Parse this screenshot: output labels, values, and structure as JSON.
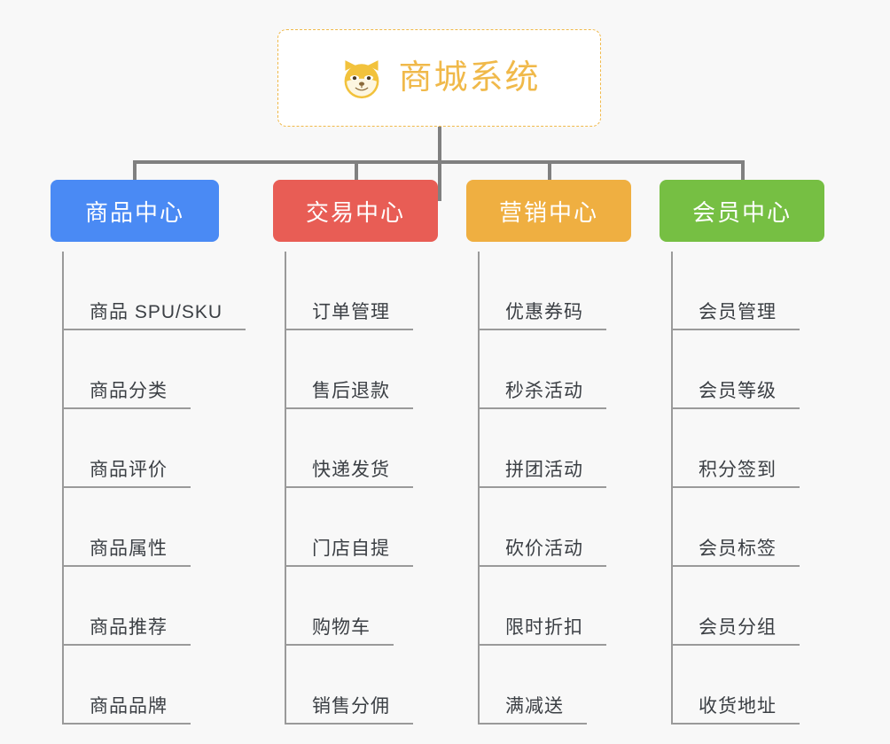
{
  "root": {
    "title": "商城系统",
    "icon": "dog-face-emoji",
    "accent_color": "#f0b94a",
    "background": "#ffffff",
    "border_style": "dashed"
  },
  "canvas": {
    "background_color": "#f8f8f8",
    "connector_color": "#808080"
  },
  "columns": [
    {
      "id": "product-center",
      "title": "商品中心",
      "color": "#4a8af4",
      "items": [
        {
          "label": "商品 SPU/SKU"
        },
        {
          "label": "商品分类"
        },
        {
          "label": "商品评价"
        },
        {
          "label": "商品属性"
        },
        {
          "label": "商品推荐"
        },
        {
          "label": "商品品牌"
        }
      ]
    },
    {
      "id": "trade-center",
      "title": "交易中心",
      "color": "#e85d55",
      "items": [
        {
          "label": "订单管理"
        },
        {
          "label": "售后退款"
        },
        {
          "label": "快递发货"
        },
        {
          "label": "门店自提"
        },
        {
          "label": "购物车"
        },
        {
          "label": "销售分佣"
        }
      ]
    },
    {
      "id": "marketing-center",
      "title": "营销中心",
      "color": "#efaf41",
      "items": [
        {
          "label": "优惠券码"
        },
        {
          "label": "秒杀活动"
        },
        {
          "label": "拼团活动"
        },
        {
          "label": "砍价活动"
        },
        {
          "label": "限时折扣"
        },
        {
          "label": "满减送"
        }
      ]
    },
    {
      "id": "member-center",
      "title": "会员中心",
      "color": "#76bf43",
      "items": [
        {
          "label": "会员管理"
        },
        {
          "label": "会员等级"
        },
        {
          "label": "积分签到"
        },
        {
          "label": "会员标签"
        },
        {
          "label": "会员分组"
        },
        {
          "label": "收货地址"
        }
      ]
    }
  ]
}
